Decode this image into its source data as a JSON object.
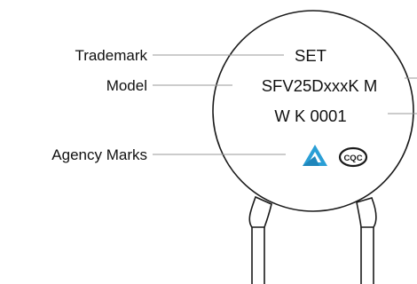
{
  "callouts": {
    "trademark_label": "Trademark",
    "model_label": "Model",
    "agency_label": "Agency Marks"
  },
  "body_marking": {
    "trademark": "SET",
    "model": "SFV25DxxxK M",
    "code": "W K 0001"
  },
  "agency_marks": {
    "triangle_icon": "triangle-certification-icon",
    "triangle_color": "#2a9fd6",
    "cqc_icon": "cqc-certification-icon",
    "cqc_text": "CQC"
  },
  "colors": {
    "outline": "#1a1a1a",
    "leader": "#9a9a9a"
  }
}
